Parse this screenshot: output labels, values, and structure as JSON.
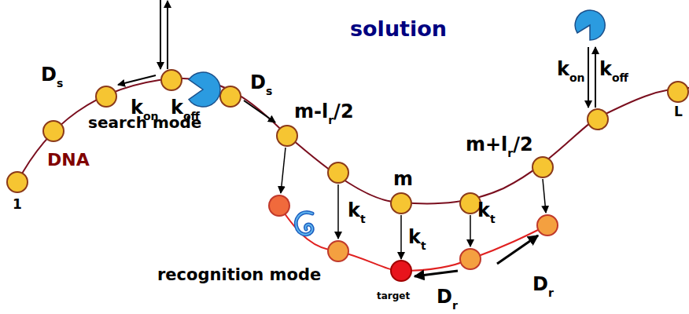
{
  "diagram": {
    "labels": [
      "solution",
      "k",
      "on",
      "k",
      "off",
      "D",
      "s",
      "D",
      "s",
      "search mode",
      "m-l",
      "r",
      "/2",
      "DNA",
      "m",
      "m+l",
      "r",
      "/2",
      "k",
      "on",
      "k",
      "off",
      "L",
      "1",
      "k",
      "t",
      "k",
      "t",
      "k",
      "t",
      "recognition mode",
      "target",
      "D",
      "r",
      "D",
      "r"
    ]
  }
}
